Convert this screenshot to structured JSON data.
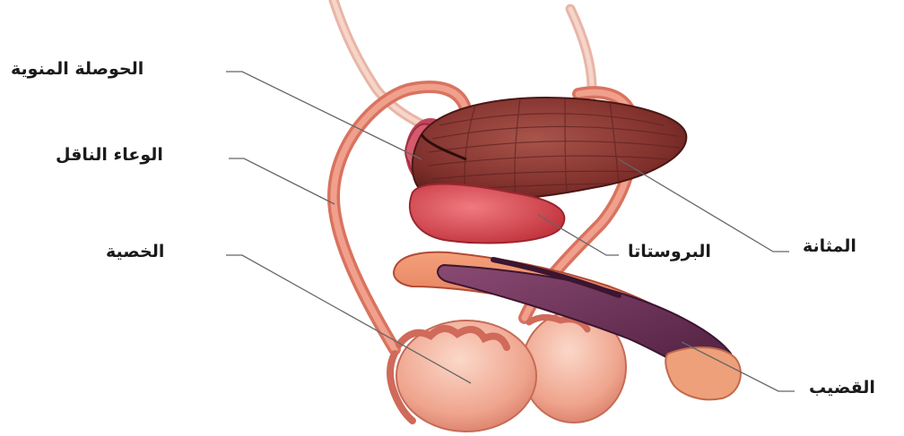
{
  "labels": {
    "seminal_vesicle": "الحوصلة المنوية",
    "vas_deferens": "الوعاء الناقل",
    "testis": "الخصية",
    "prostate": "البروستاتا",
    "bladder": "المثانة",
    "penis": "القضيب"
  },
  "colors": {
    "bladder": "#8e3b34",
    "bladder_dark": "#5c1f1c",
    "prostate": "#d9434b",
    "vas": "#e98c7c",
    "penis": "#6b2e55",
    "testis": "#f0a690",
    "ureter": "#f2c1b3",
    "leader_line": "#666666"
  }
}
